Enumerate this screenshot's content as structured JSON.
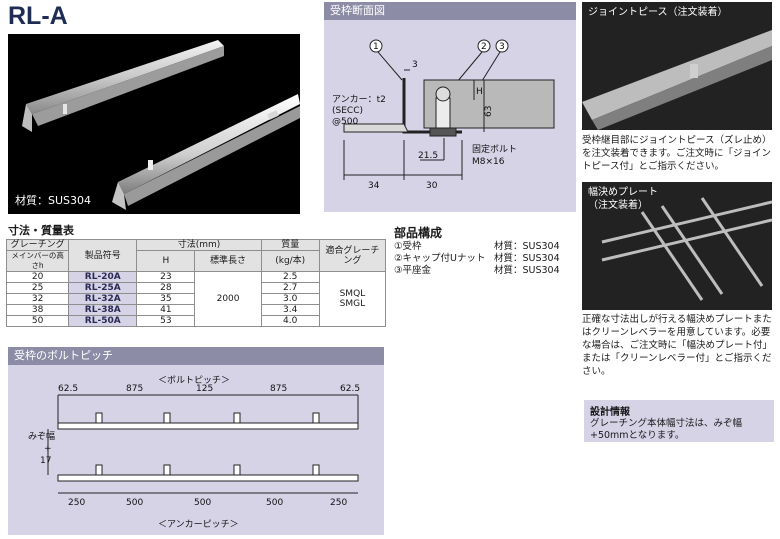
{
  "title": "RL-A",
  "main_photo": {
    "material_label": "材質：SUS304"
  },
  "cross_section": {
    "header": "受枠断面図",
    "callouts": [
      "1",
      "2",
      "3"
    ],
    "anchor_label": [
      "アンカー：t2",
      "(SECC)",
      "@500"
    ],
    "bolt_label": [
      "固定ボルト",
      "M8×16"
    ],
    "dims": {
      "d3": "3",
      "h": "H",
      "d63": "63",
      "d21_5": "21.5",
      "d34": "34",
      "d30": "30"
    }
  },
  "table": {
    "title": "寸法・質量表",
    "headers": {
      "grating_1": "グレーチング",
      "grating_2": "メインバーの高さh",
      "code": "製品符号",
      "dims": "寸法(mm)",
      "h": "H",
      "length": "標準長さ",
      "mass": "質量",
      "mass_unit": "(kg/本)",
      "compatible": "適合グレーチング"
    },
    "rows": [
      {
        "h": "20",
        "code": "RL-20A",
        "H": "23",
        "mass": "2.5"
      },
      {
        "h": "25",
        "code": "RL-25A",
        "H": "28",
        "mass": "2.7"
      },
      {
        "h": "32",
        "code": "RL-32A",
        "H": "35",
        "mass": "3.0"
      },
      {
        "h": "38",
        "code": "RL-38A",
        "H": "41",
        "mass": "3.4"
      },
      {
        "h": "50",
        "code": "RL-50A",
        "H": "53",
        "mass": "4.0"
      }
    ],
    "length_value": "2000",
    "compatible": [
      "SMQL",
      "SMGL"
    ]
  },
  "parts": {
    "title": "部品構成",
    "items": [
      {
        "name": "①受枠",
        "material": "材質：SUS304"
      },
      {
        "name": "②キャップ付Uナット",
        "material": "材質：SUS304"
      },
      {
        "name": "③平座金",
        "material": "材質：SUS304"
      }
    ]
  },
  "bolt_pitch": {
    "header": "受枠のボルトピッチ",
    "bolt_label": "＜ボルトピッチ＞",
    "top_dims": [
      "62.5",
      "875",
      "125",
      "875",
      "62.5"
    ],
    "width_label": [
      "みぞ幅",
      "+",
      "17"
    ],
    "bottom_dims": [
      "250",
      "500",
      "500",
      "500",
      "250"
    ],
    "anchor_label": "＜アンカーピッチ＞"
  },
  "joint_piece": {
    "label": "ジョイントピース（注文装着）",
    "desc": "受枠継目部にジョイントピース（ズレ止め）を注文装着できます。ご注文時に「ジョイントピース付」とご指示ください。"
  },
  "positioning_plate": {
    "label": [
      "幅決めプレート",
      "（注文装着）"
    ],
    "desc": "正確な寸法出しが行える幅決めプレートまたはクリーンレベラーを用意しています。必要な場合は、ご注文時に「幅決めプレート付」または「クリーンレベラー付」とご指示ください。"
  },
  "design_info": {
    "title": "設計情報",
    "text": "グレーチング本体幅寸法は、みぞ幅+50mmとなります。"
  }
}
